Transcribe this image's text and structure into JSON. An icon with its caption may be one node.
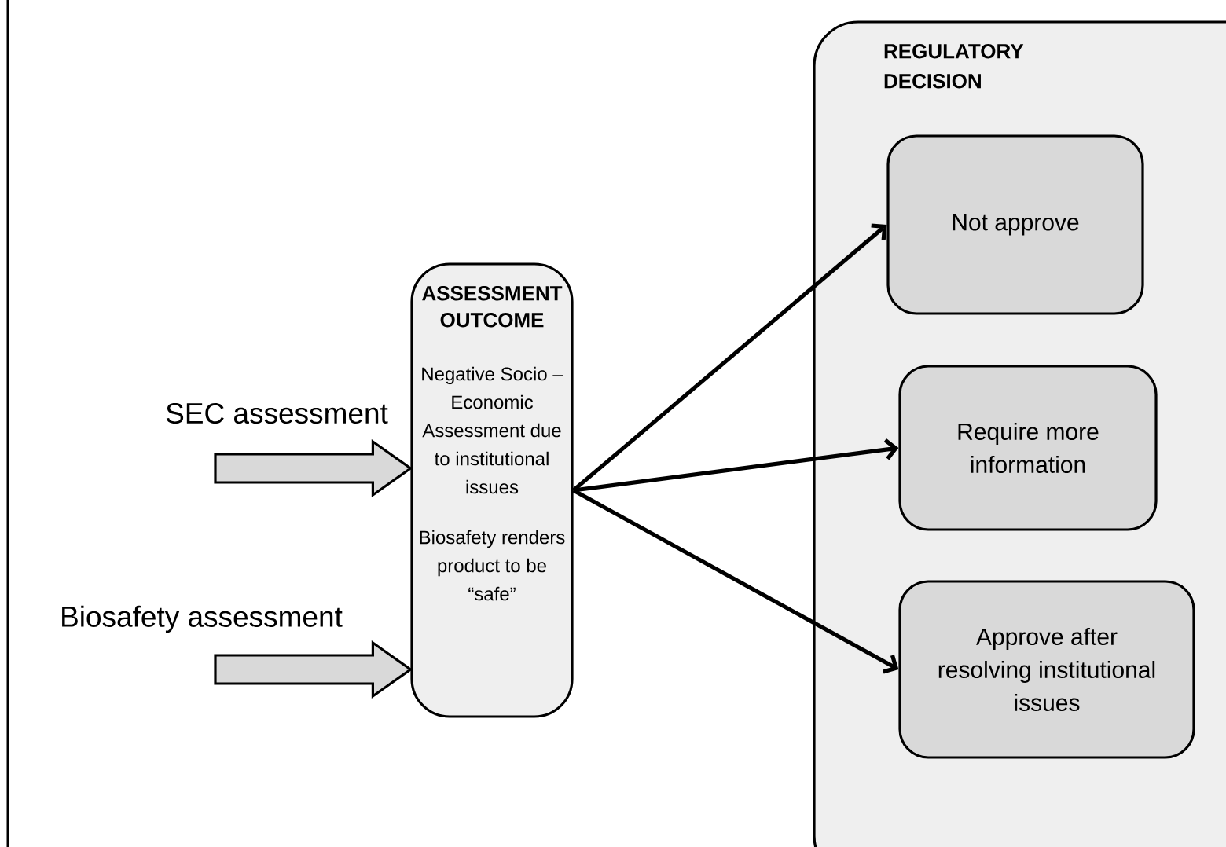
{
  "diagram": {
    "nodes": [
      {
        "text": [
          "ASSESSMENT OUTCOME",
          "Negative Socio – Economic Assessment due to institutional issues",
          "Biosafety renders product to be “safe”"
        ]
      },
      {
        "text": [
          "REGULATORY DECISION"
        ]
      },
      {
        "text": [
          "Not approve"
        ],
        "in": 1
      },
      {
        "text": [
          "Require more information"
        ],
        "in": 1
      },
      {
        "text": [
          "Approve after resolving institutional issues"
        ],
        "in": 1
      }
    ],
    "edges": [
      {
        "from": null,
        "to": 0,
        "arrow": "to",
        "label": "SEC assessment",
        "style": "thick"
      },
      {
        "from": null,
        "to": 0,
        "arrow": "to",
        "label": "Biosafety assessment",
        "style": "thick"
      },
      {
        "from": 0,
        "to": 2,
        "arrow": "to"
      },
      {
        "from": 0,
        "to": 3,
        "arrow": "to"
      },
      {
        "from": 0,
        "to": 4,
        "arrow": "to"
      }
    ]
  }
}
